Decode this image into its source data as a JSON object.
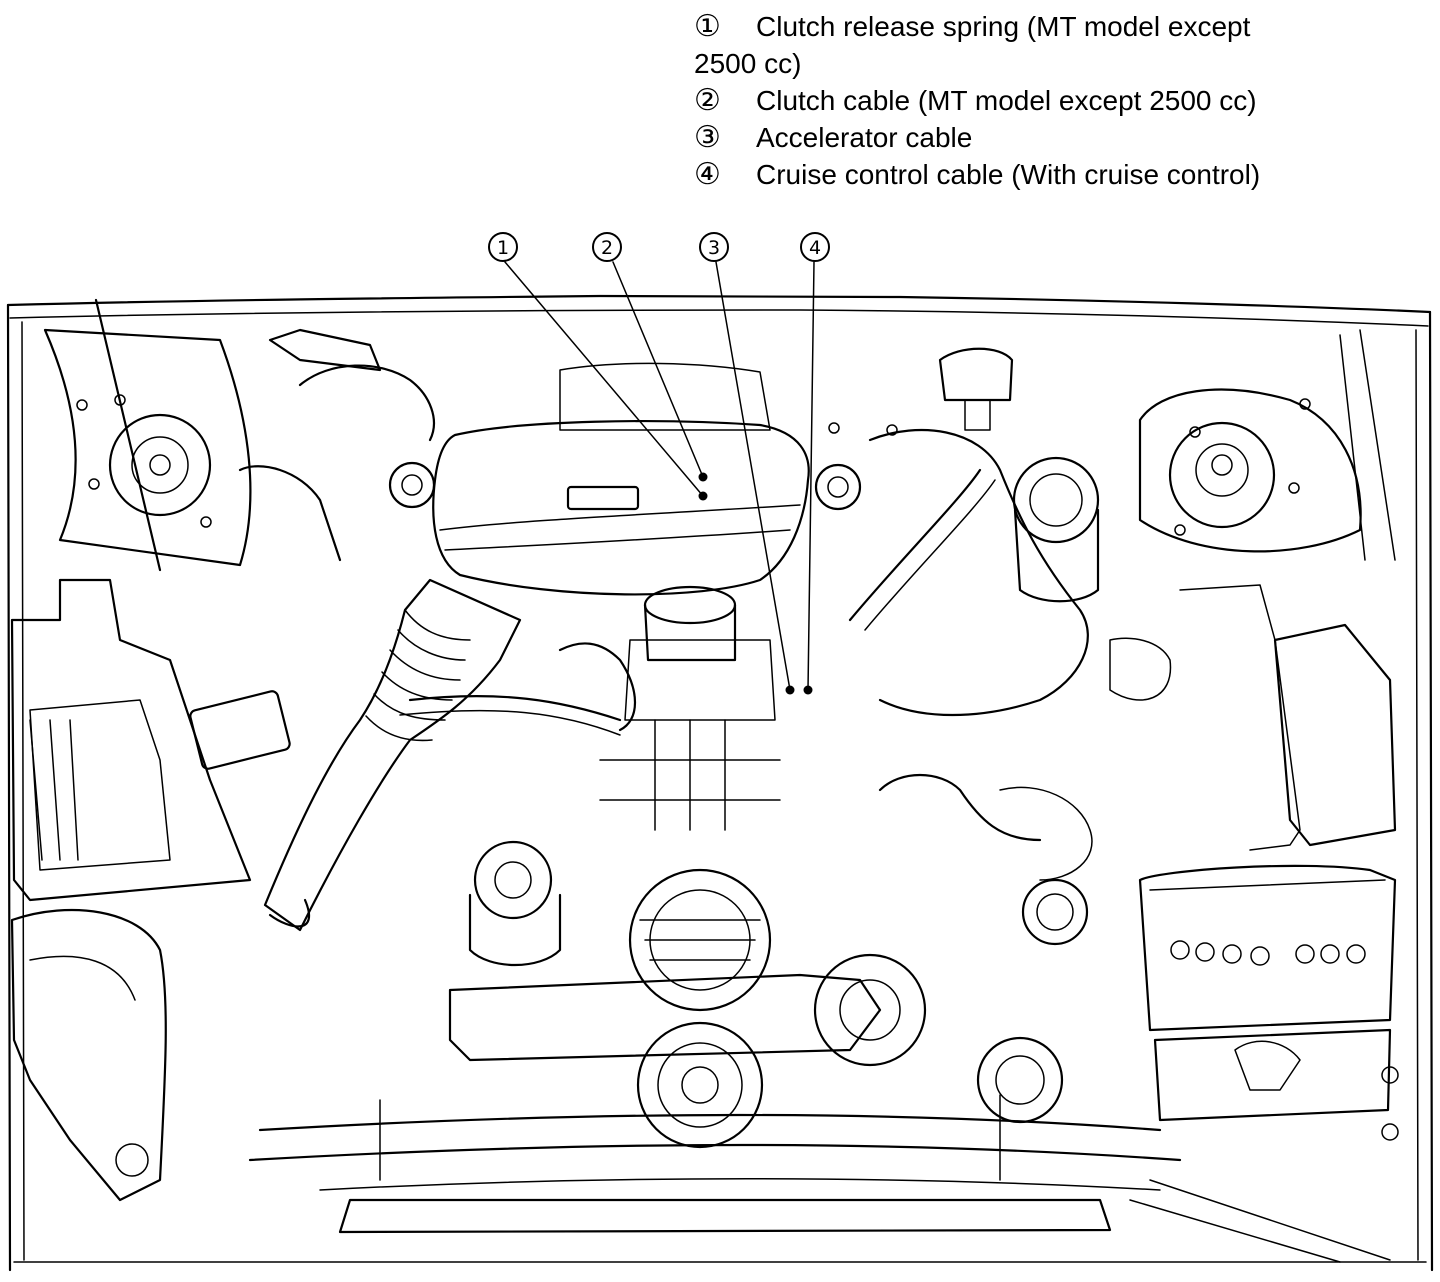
{
  "legend": {
    "items": [
      {
        "marker": "①",
        "text": "Clutch release spring (MT model except",
        "continuation": "2500 cc)"
      },
      {
        "marker": "②",
        "text": "Clutch cable (MT model except 2500 cc)"
      },
      {
        "marker": "③",
        "text": "Accelerator cable"
      },
      {
        "marker": "④",
        "text": "Cruise control cable (With cruise control)"
      }
    ]
  },
  "callouts": [
    {
      "number": "1"
    },
    {
      "number": "2"
    },
    {
      "number": "3"
    },
    {
      "number": "4"
    }
  ]
}
